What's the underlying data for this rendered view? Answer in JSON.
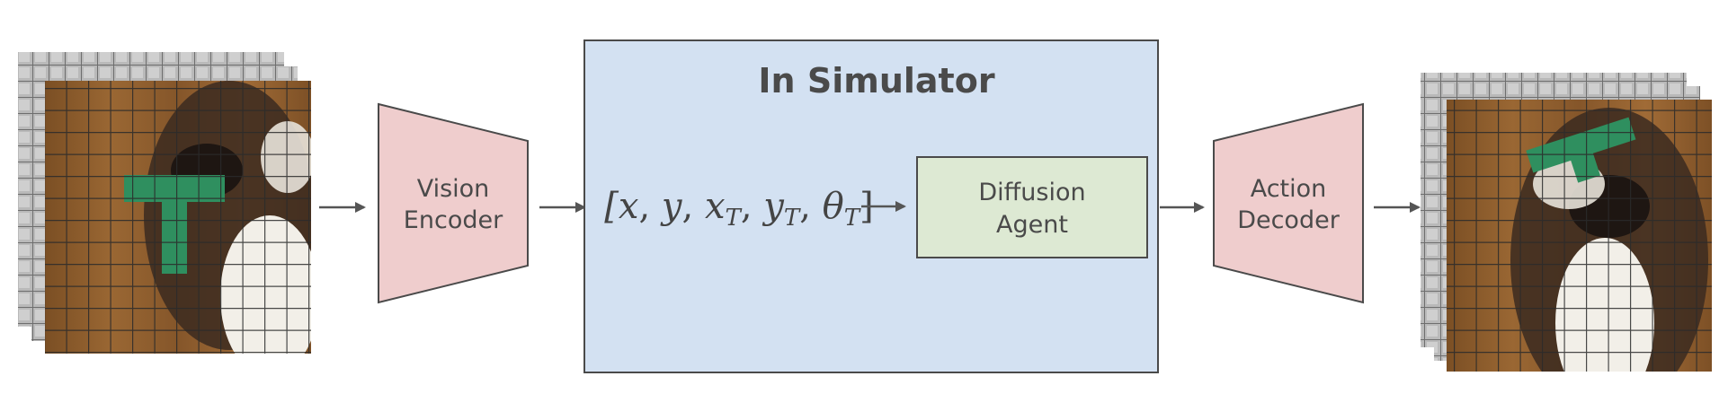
{
  "simulator": {
    "title": "In Simulator"
  },
  "vision_encoder": {
    "line1": "Vision",
    "line2": "Encoder"
  },
  "state_vector": {
    "text": "[x, y, x_T, y_T, θ_T]"
  },
  "diffusion_agent": {
    "line1": "Diffusion",
    "line2": "Agent"
  },
  "action_decoder": {
    "line1": "Action",
    "line2": "Decoder"
  },
  "colors": {
    "simulator_fill": "#d3e1f2",
    "simulator_stroke": "#4a4a4a",
    "encoder_fill": "#efcdcd",
    "agent_fill": "#dde9d3",
    "arrow": "#555555",
    "text": "#4a4a4a",
    "wood": "#8a5a2b",
    "t_block": "#2f8f5f",
    "grid": "#2a2a2a"
  },
  "input_frames": {
    "description_icon": "observation-image-stack"
  },
  "output_frames": {
    "description_icon": "action-image-stack"
  }
}
